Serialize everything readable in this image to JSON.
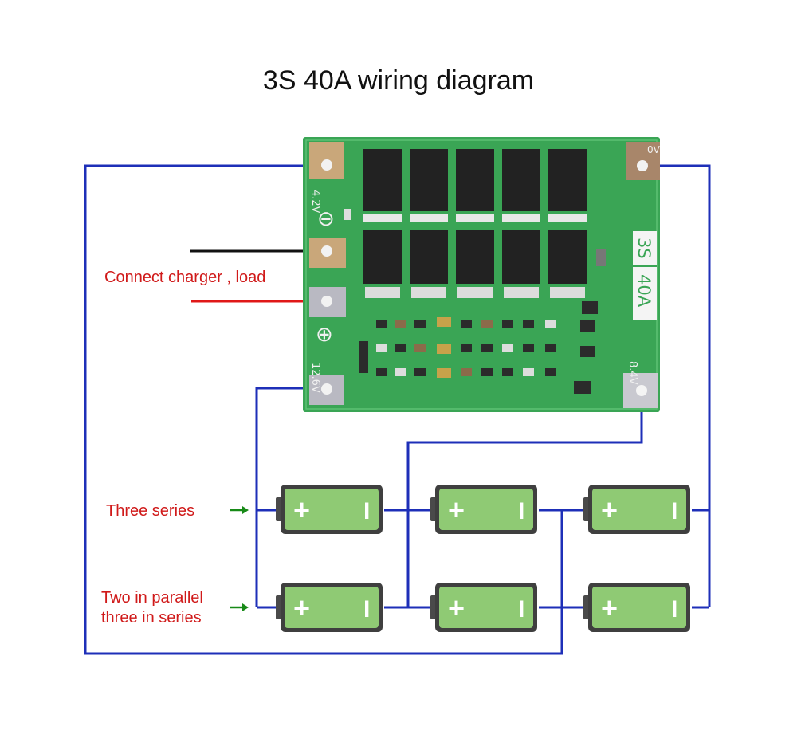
{
  "title": "3S 40A wiring diagram",
  "labels": {
    "charger_load": "Connect charger , load",
    "three_series": "Three series",
    "parallel_line1": "Two in parallel",
    "parallel_line2": "three in series"
  },
  "board": {
    "pad_4v2": "4.2V",
    "pad_12v6": "12.6V",
    "pad_8v4": "8.4V",
    "pad_0v": "0V",
    "model_3s": "3S",
    "model_40a": "40A",
    "minus_symbol": "⊖",
    "plus_symbol": "⊕"
  },
  "battery": {
    "plus": "+",
    "minus": "I"
  },
  "colors": {
    "wire": "#1e2fb8",
    "pcb": "#3aa555",
    "battery": "#8fca74",
    "battery_outline": "#3a3a3a",
    "label": "#d01a1a",
    "arrow": "#178a17"
  }
}
